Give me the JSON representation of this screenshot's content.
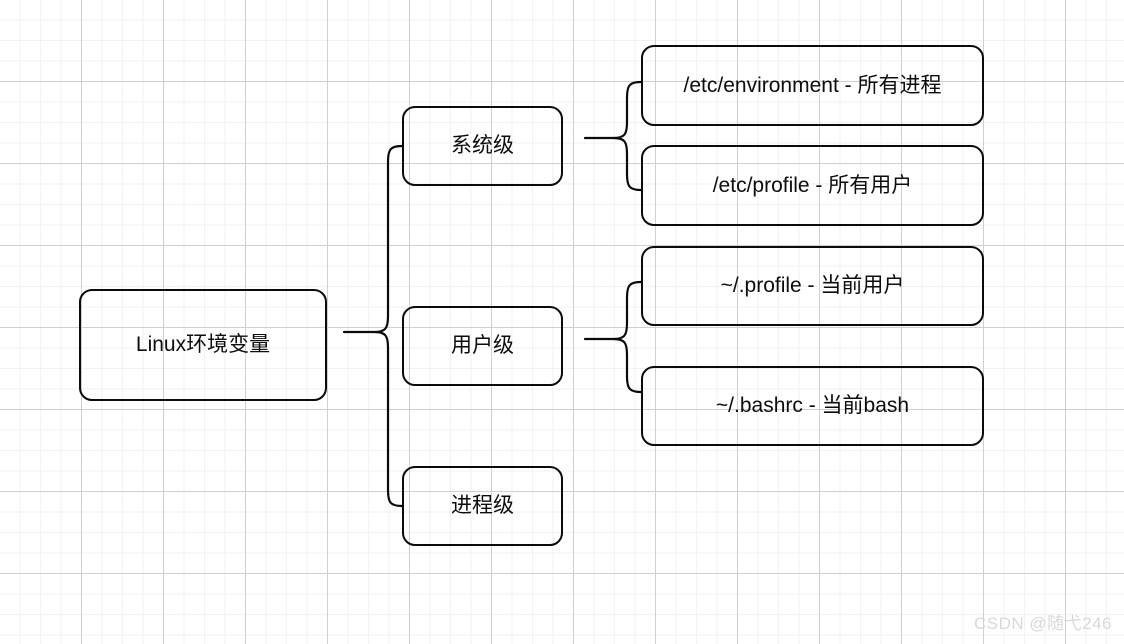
{
  "diagram": {
    "title": "Linux环境变量",
    "root": {
      "label": "Linux环境变量"
    },
    "levels": [
      {
        "label": "系统级"
      },
      {
        "label": "用户级"
      },
      {
        "label": "进程级"
      }
    ],
    "details": [
      {
        "label": "/etc/environment - 所有进程"
      },
      {
        "label": "/etc/profile - 所有用户"
      },
      {
        "label": "~/.profile - 当前用户"
      },
      {
        "label": "~/.bashrc - 当前bash"
      }
    ],
    "connectors": [
      {
        "name": "root-to-levels-brace"
      },
      {
        "name": "system-level-brace"
      },
      {
        "name": "user-level-brace"
      }
    ]
  },
  "watermark": {
    "text": "CSDN @随弋246"
  },
  "style": {
    "stroke": "#0b0b0b",
    "background": "#ffffff",
    "grid_minor": "#f2f2f2",
    "grid_major": "#d0d0d0",
    "watermark_color": "#d8d8d8"
  }
}
